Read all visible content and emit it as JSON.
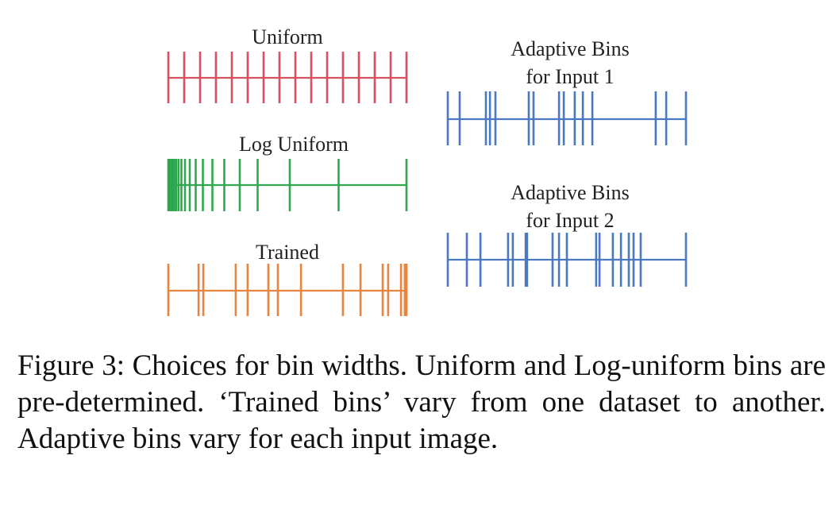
{
  "figure": {
    "panels": [
      {
        "id": "uniform",
        "label_lines": [
          "Uniform"
        ],
        "color": "#d9505e",
        "positions": [
          0,
          0.0667,
          0.1333,
          0.2,
          0.2667,
          0.3333,
          0.4,
          0.4667,
          0.5333,
          0.6,
          0.6667,
          0.7333,
          0.8,
          0.8667,
          0.9333,
          1
        ]
      },
      {
        "id": "log-uniform",
        "label_lines": [
          "Log Uniform"
        ],
        "color": "#2ea84f",
        "positions": [
          0,
          0.003,
          0.007,
          0.012,
          0.018,
          0.025,
          0.033,
          0.043,
          0.055,
          0.07,
          0.09,
          0.115,
          0.145,
          0.185,
          0.235,
          0.3,
          0.375,
          0.51,
          0.715,
          1
        ]
      },
      {
        "id": "trained",
        "label_lines": [
          "Trained"
        ],
        "color": "#e8843f",
        "positions": [
          0,
          0.127,
          0.147,
          0.283,
          0.333,
          0.42,
          0.46,
          0.557,
          0.733,
          0.807,
          0.9,
          0.923,
          0.977,
          0.993,
          1
        ]
      },
      {
        "id": "adaptive-1",
        "label_lines": [
          "Adaptive Bins",
          "for Input 1"
        ],
        "color": "#4a78c2",
        "positions": [
          0,
          0.05,
          0.16,
          0.177,
          0.2,
          0.34,
          0.36,
          0.467,
          0.487,
          0.533,
          0.567,
          0.607,
          0.873,
          0.917,
          1
        ]
      },
      {
        "id": "adaptive-2",
        "label_lines": [
          "Adaptive Bins",
          "for Input 2"
        ],
        "color": "#4a78c2",
        "positions": [
          0,
          0.08,
          0.137,
          0.253,
          0.273,
          0.327,
          0.333,
          0.44,
          0.467,
          0.5,
          0.623,
          0.637,
          0.693,
          0.727,
          0.76,
          0.78,
          0.81,
          1
        ]
      }
    ]
  },
  "caption": "Figure 3:  Choices for bin widths.  Uniform and Log-uniform bins are pre-determined. ‘Trained bins’ vary from one dataset to another. Adaptive bins vary for each input image."
}
